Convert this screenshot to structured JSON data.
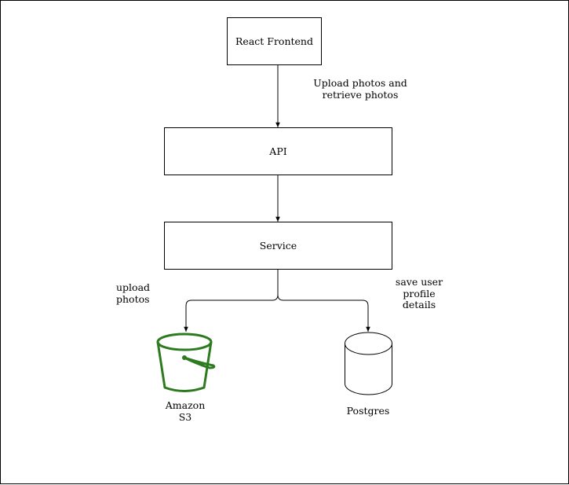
{
  "nodes": {
    "frontend": "React Frontend",
    "api": "API",
    "service": "Service",
    "s3": "Amazon\nS3",
    "postgres": "Postgres"
  },
  "edges": {
    "frontend_api": "Upload photos and\nretrieve photos",
    "service_s3": "upload\nphotos",
    "service_postgres": "save user\nprofile\ndetails"
  },
  "colors": {
    "s3_icon": "#2d7a1f",
    "line": "#000000"
  },
  "icons": {
    "s3": "bucket-icon",
    "postgres": "database-cylinder-icon"
  }
}
